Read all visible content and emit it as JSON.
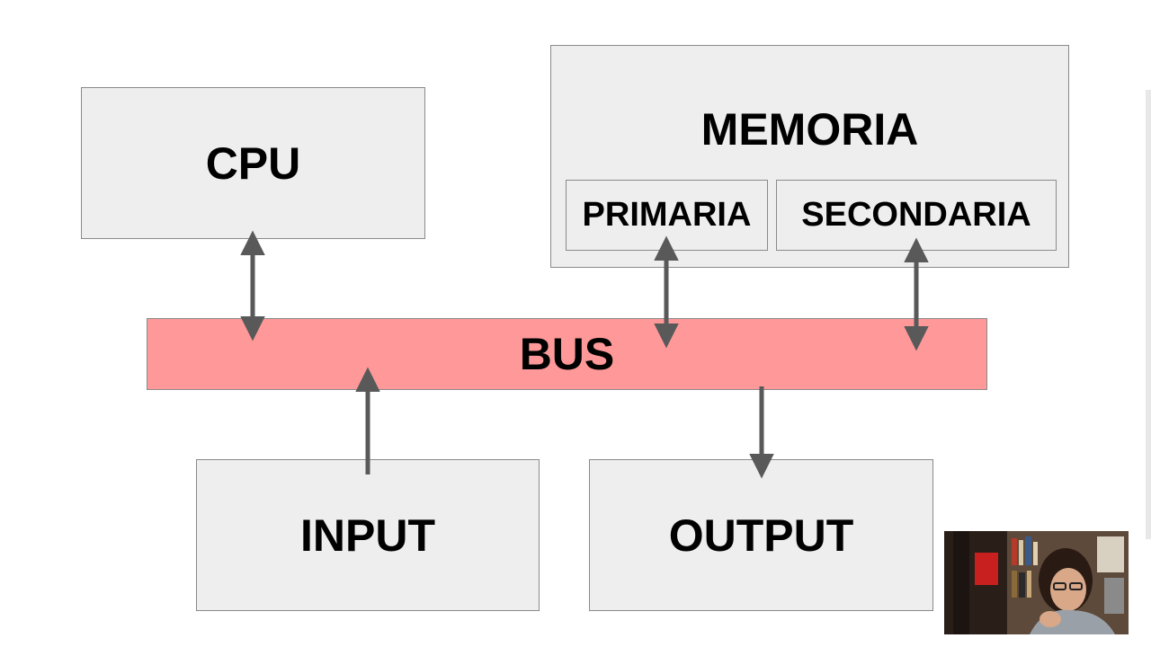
{
  "boxes": {
    "cpu": "CPU",
    "memoria": "MEMORIA",
    "primaria": "PRIMARIA",
    "secondaria": "SECONDARIA",
    "bus": "BUS",
    "input": "INPUT",
    "output": "OUTPUT"
  },
  "colors": {
    "box_fill": "#eeeeee",
    "box_border": "#8a8a8a",
    "bus_fill": "#ff9999",
    "arrow": "#595959"
  },
  "connections": [
    {
      "from": "cpu",
      "to": "bus",
      "direction": "both"
    },
    {
      "from": "primaria",
      "to": "bus",
      "direction": "both"
    },
    {
      "from": "secondaria",
      "to": "bus",
      "direction": "both"
    },
    {
      "from": "input",
      "to": "bus",
      "direction": "to"
    },
    {
      "from": "bus",
      "to": "output",
      "direction": "to"
    }
  ],
  "webcam": {
    "icon": "presenter-webcam"
  }
}
